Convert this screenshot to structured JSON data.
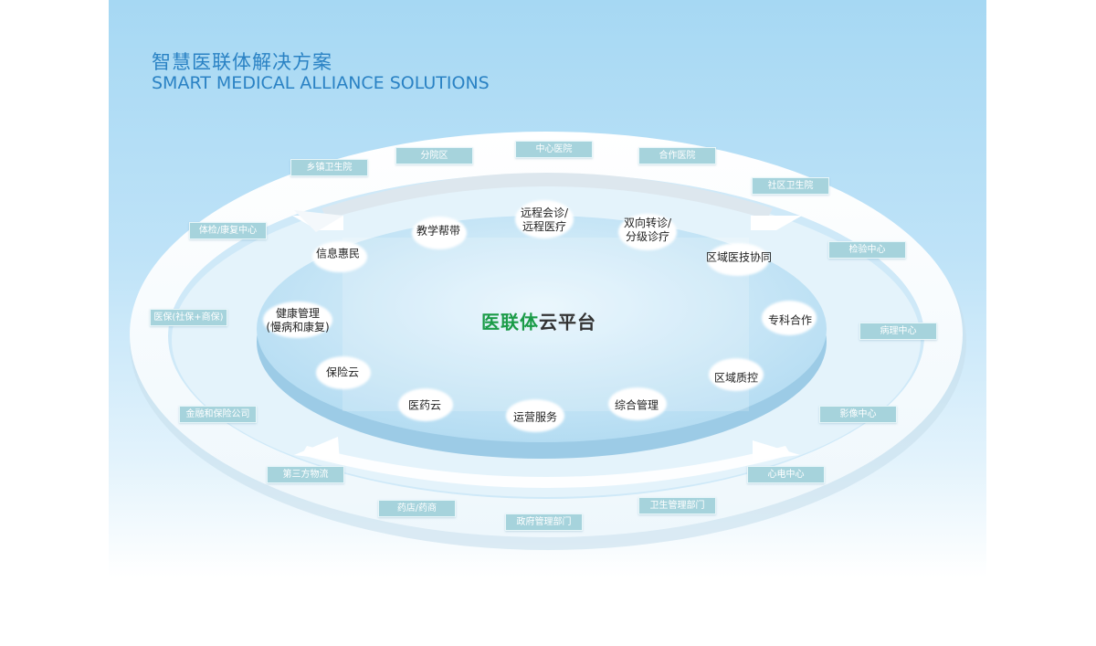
{
  "title": {
    "cn": "智慧医联体解决方案",
    "en": "SMART MEDICAL ALLIANCE SOLUTIONS"
  },
  "center": {
    "green": "医联体",
    "dark": "云平台"
  },
  "outer_tags": [
    "中心医院",
    "分院区",
    "合作医院",
    "乡镇卫生院",
    "社区卫生院",
    "体检/康复中心",
    "检验中心",
    "医保(社保+商保)",
    "病理中心",
    "金融和保险公司",
    "影像中心",
    "第三方物流",
    "心电中心",
    "药店/药商",
    "卫生管理部门",
    "政府管理部门"
  ],
  "inner_items": [
    "远程会诊/\n远程医疗",
    "教学帮带",
    "双向转诊/\n分级诊疗",
    "信息惠民",
    "区域医技协同",
    "健康管理\n(慢病和康复)",
    "专科合作",
    "保险云",
    "区域质控",
    "医药云",
    "综合管理",
    "运营服务"
  ],
  "colors": {
    "title": "#2a82c4",
    "center_green": "#1a9b47",
    "tag_fill": "#a6d3dc"
  }
}
